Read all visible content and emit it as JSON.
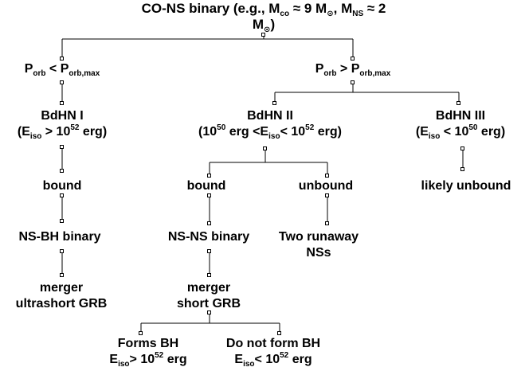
{
  "root": {
    "line1": {
      "pre": "CO-NS binary (e.g., M",
      "sub1": "co",
      "mid1": " ≈ 9 M",
      "sun1": "⊙",
      "mid2": ", M",
      "sub2": "NS",
      "post": " ≈ 2"
    },
    "line2": {
      "pre": "M",
      "sun": "⊙",
      "post": ")"
    }
  },
  "p_less": {
    "p": "P",
    "sub1": "orb",
    "op": " < P",
    "sub2": "orb,max"
  },
  "p_greater": {
    "p": "P",
    "sub1": "orb",
    "op": " > P",
    "sub2": "orb,max"
  },
  "bdhn1": {
    "title": "BdHN I",
    "cond": {
      "pre": "(E",
      "sub": "iso",
      "mid": " > 10",
      "sup": "52",
      "post": " erg)"
    }
  },
  "bdhn2": {
    "title": "BdHN II",
    "cond": {
      "pre": "(10",
      "sup1": "50",
      "mid1": " erg <E",
      "sub": "iso",
      "mid2": "< 10",
      "sup2": "52",
      "post": " erg)"
    }
  },
  "bdhn3": {
    "title": "BdHN III",
    "cond": {
      "pre": "(E",
      "sub": "iso",
      "mid": " < 10",
      "sup": "50",
      "post": " erg)"
    }
  },
  "bound1": "bound",
  "bound2": "bound",
  "unbound": "unbound",
  "likely_unbound": "likely unbound",
  "nsbh": "NS-BH binary",
  "nsns": "NS-NS binary",
  "runaway": {
    "line1": "Two runaway",
    "line2": "NSs"
  },
  "merger1": {
    "line1": "merger",
    "line2": "ultrashort GRB"
  },
  "merger2": {
    "line1": "merger",
    "line2": "short GRB"
  },
  "forms_bh": {
    "line1": "Forms BH",
    "pre": "E",
    "sub": "iso",
    "mid": "> 10",
    "sup": "52",
    "post": " erg"
  },
  "no_bh": {
    "line1": "Do not form BH",
    "pre": "E",
    "sub": "iso",
    "mid": "< 10",
    "sup": "52",
    "post": " erg"
  },
  "style": {
    "line_color": "#000000",
    "text_color": "#000000",
    "background": "#ffffff"
  }
}
